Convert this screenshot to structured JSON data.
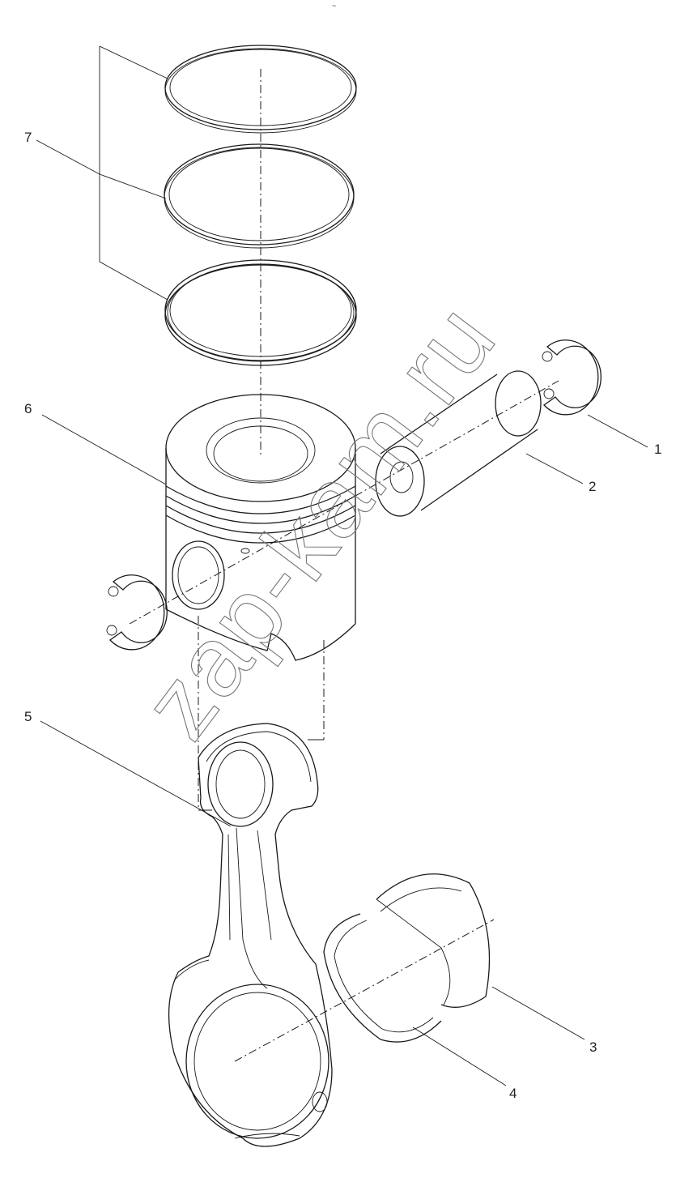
{
  "callouts": [
    {
      "id": "1",
      "label": "1"
    },
    {
      "id": "2",
      "label": "2"
    },
    {
      "id": "3",
      "label": "3"
    },
    {
      "id": "4",
      "label": "4"
    },
    {
      "id": "5",
      "label": "5"
    },
    {
      "id": "6",
      "label": "6"
    },
    {
      "id": "7",
      "label": "7"
    }
  ],
  "watermark": "zap-kam.ru",
  "top_mark": "~",
  "colors": {
    "line": "#1a1a1a",
    "background": "#ffffff",
    "watermark": "#777777"
  }
}
